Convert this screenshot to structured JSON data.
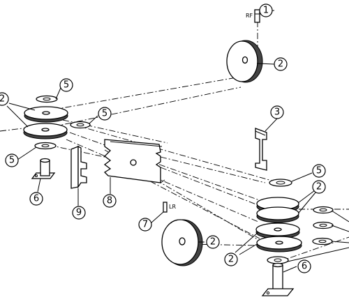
{
  "diagram": {
    "tags": {
      "rf": "RF",
      "lr": "LR"
    },
    "callouts": [
      {
        "id": "c1",
        "label": "1"
      },
      {
        "id": "c2a",
        "label": "2"
      },
      {
        "id": "c2b",
        "label": "2"
      },
      {
        "id": "c2c",
        "label": "2"
      },
      {
        "id": "c2d",
        "label": "2"
      },
      {
        "id": "c2e",
        "label": "2"
      },
      {
        "id": "c3",
        "label": "3"
      },
      {
        "id": "c5a",
        "label": "5"
      },
      {
        "id": "c5b",
        "label": "5"
      },
      {
        "id": "c5c",
        "label": "5"
      },
      {
        "id": "c5d",
        "label": "5"
      },
      {
        "id": "c6a",
        "label": "6"
      },
      {
        "id": "c6b",
        "label": "6"
      },
      {
        "id": "c7",
        "label": "7"
      },
      {
        "id": "c8",
        "label": "8"
      },
      {
        "id": "c9",
        "label": "9"
      }
    ]
  }
}
